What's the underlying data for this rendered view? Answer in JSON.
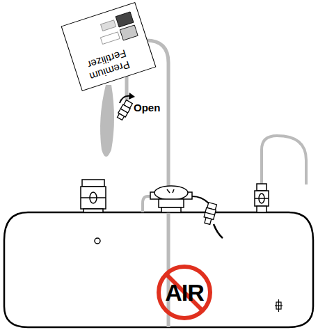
{
  "diagram": {
    "nodes": [
      {
        "text": [
          "Premium Fertilizer"
        ]
      },
      {
        "text": [
          "AIR"
        ]
      }
    ],
    "labels": [
      "Open"
    ]
  }
}
